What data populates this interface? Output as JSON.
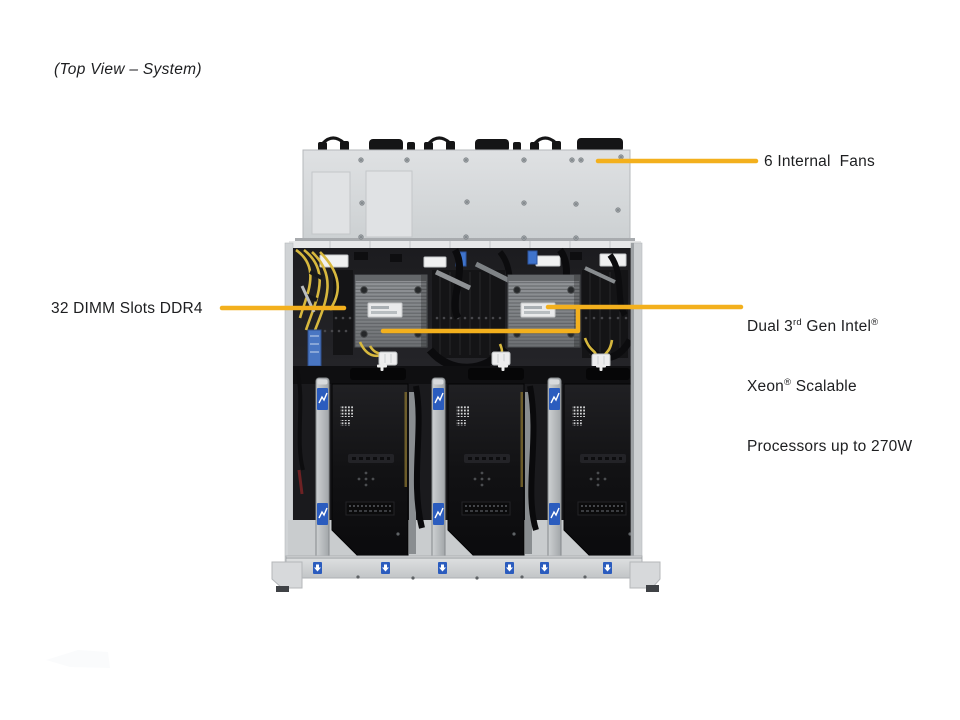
{
  "title": "(Top View – System)",
  "colors": {
    "callout_line": "#F3B01D",
    "text": "#1D1E20"
  },
  "callouts": {
    "fans": {
      "label": "6 Internal  Fans"
    },
    "dimm": {
      "label": "32 DIMM Slots DDR4"
    },
    "cpu": {
      "l1a": "Dual 3",
      "l1b": "rd",
      "l1c": " Gen Intel",
      "l1d": "®",
      "l2a": "Xeon",
      "l2b": "®",
      "l2c": " Scalable",
      "l3": "Processors up to 270W"
    }
  }
}
